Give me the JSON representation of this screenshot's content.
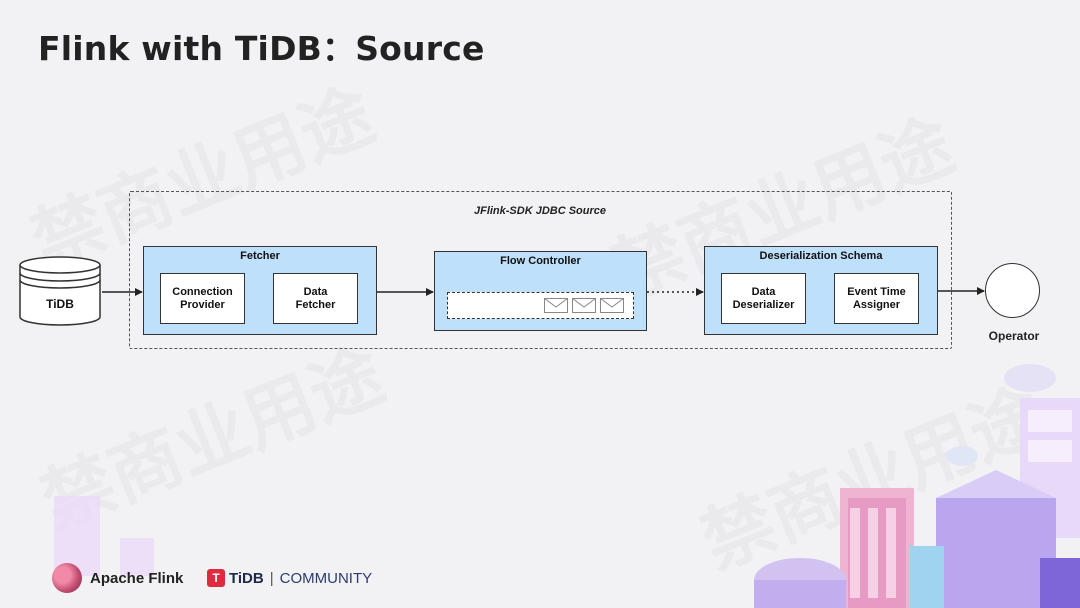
{
  "slide": {
    "title": "Flink with TiDB：Source"
  },
  "diagram": {
    "source_db": "TiDB",
    "outer_label": "JFlink-SDK JDBC Source",
    "fetcher": {
      "title": "Fetcher",
      "items": [
        "Connection\nProvider",
        "Data\nFetcher"
      ]
    },
    "flow_controller": {
      "title": "Flow Controller"
    },
    "deserialization": {
      "title": "Deserialization Schema",
      "items": [
        "Data\nDeserializer",
        "Event Time\nAssigner"
      ]
    },
    "sink": "Operator"
  },
  "footer": {
    "flink_label": "Apache Flink",
    "tidb_logo": "TiDB",
    "tidb_community": "COMMUNITY"
  },
  "watermark": "禁商业用途",
  "colors": {
    "box_fill": "#bfe0fb",
    "tidb_brand": "#e02a3f"
  }
}
